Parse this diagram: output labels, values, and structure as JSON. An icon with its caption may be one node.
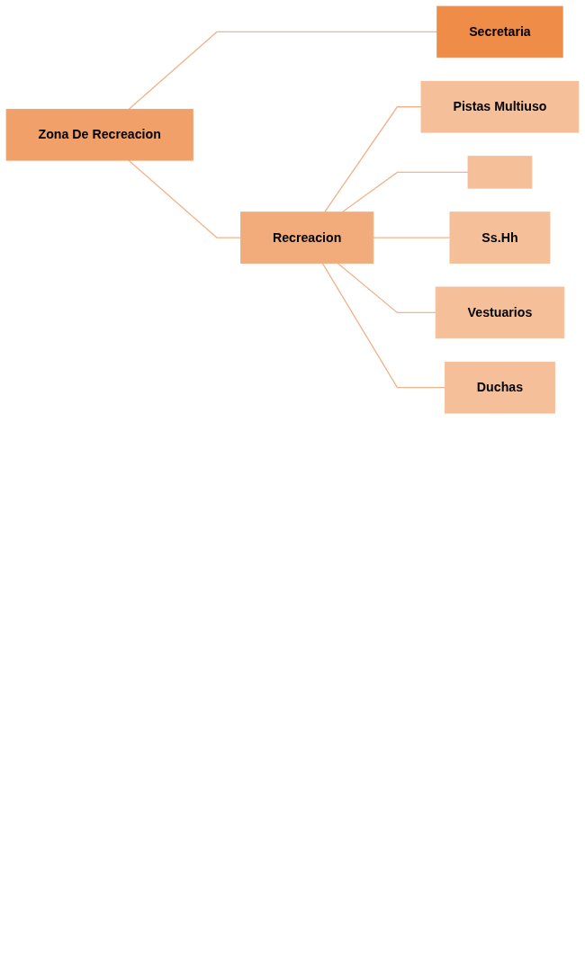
{
  "diagram": {
    "nodes": [
      {
        "text": [
          "Zona De Recreacion"
        ]
      },
      {
        "text": [
          "Secretaria"
        ]
      },
      {
        "text": [
          "Recreacion"
        ]
      },
      {
        "text": [
          "Pistas Multiuso"
        ]
      },
      {
        "text": [],
        "shape": "box"
      },
      {
        "text": [
          "Ss.Hh"
        ]
      },
      {
        "text": [
          "Vestuarios"
        ]
      },
      {
        "text": [
          "Duchas"
        ]
      }
    ],
    "edges": [
      {
        "from": 0,
        "to": 1,
        "arrow": "none"
      },
      {
        "from": 0,
        "to": 2,
        "arrow": "none"
      },
      {
        "from": 2,
        "to": 3,
        "arrow": "none"
      },
      {
        "from": 2,
        "to": 4,
        "arrow": "none"
      },
      {
        "from": 2,
        "to": 5,
        "arrow": "none"
      },
      {
        "from": 2,
        "to": 6,
        "arrow": "none"
      },
      {
        "from": 2,
        "to": 7,
        "arrow": "none"
      }
    ]
  }
}
